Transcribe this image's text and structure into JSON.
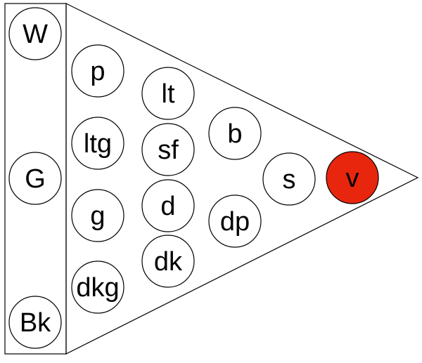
{
  "colors": {
    "stroke": "#000000",
    "background": "#ffffff",
    "highlight": "#e8260e"
  },
  "nodes": [
    {
      "id": "W",
      "label": "W"
    },
    {
      "id": "G",
      "label": "G"
    },
    {
      "id": "Bk",
      "label": "Bk"
    },
    {
      "id": "p",
      "label": "p"
    },
    {
      "id": "ltg",
      "label": "ltg"
    },
    {
      "id": "g",
      "label": "g"
    },
    {
      "id": "dkg",
      "label": "dkg"
    },
    {
      "id": "lt",
      "label": "lt"
    },
    {
      "id": "sf",
      "label": "sf"
    },
    {
      "id": "d",
      "label": "d"
    },
    {
      "id": "dk",
      "label": "dk"
    },
    {
      "id": "b",
      "label": "b"
    },
    {
      "id": "dp",
      "label": "dp"
    },
    {
      "id": "s",
      "label": "s"
    },
    {
      "id": "v",
      "label": "v",
      "highlighted": true
    }
  ]
}
